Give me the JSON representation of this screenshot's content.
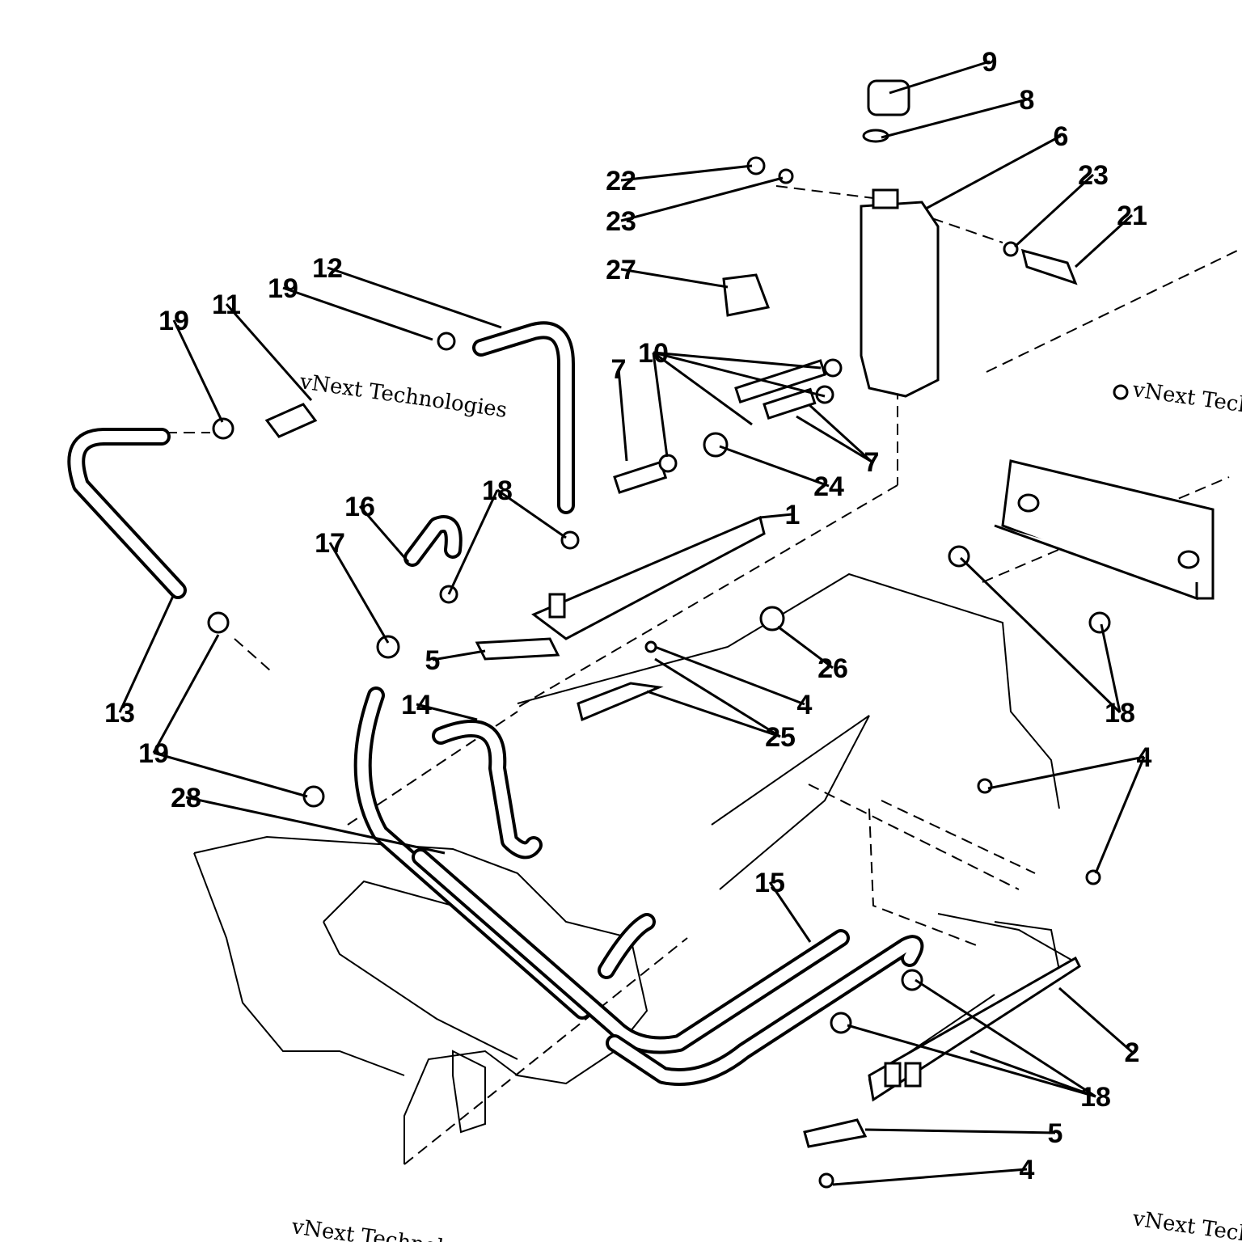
{
  "diagram": {
    "title": "Cooling system parts diagram",
    "callouts": [
      "9",
      "8",
      "6",
      "22",
      "23",
      "23",
      "21",
      "27",
      "12",
      "19",
      "11",
      "19",
      "10",
      "7",
      "7",
      "24",
      "1",
      "16",
      "18",
      "17",
      "5",
      "26",
      "4",
      "25",
      "13",
      "19",
      "14",
      "28",
      "18",
      "4",
      "15",
      "2",
      "18",
      "5",
      "4"
    ],
    "watermark": "vNext Technologies"
  }
}
